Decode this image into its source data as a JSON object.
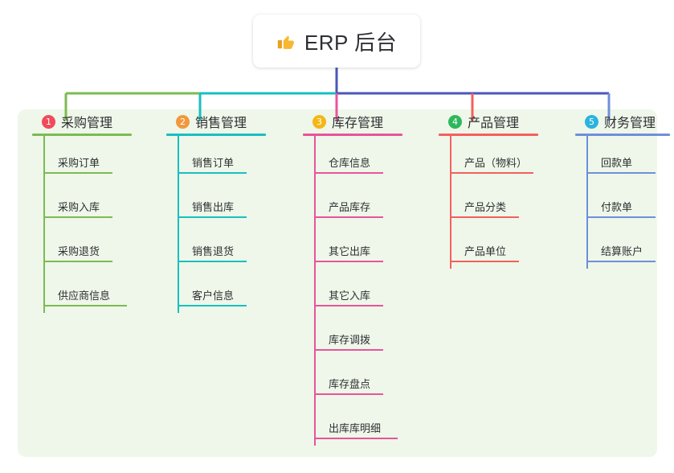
{
  "diagram": {
    "type": "mind-map",
    "root": {
      "icon": "thumbs-up-icon",
      "label": "ERP 后台"
    },
    "canvas_color": "#eef7e9",
    "page_background": "#ffffff",
    "trunk_color": "#4a56b8",
    "branches": [
      {
        "number": "1",
        "badge_color": "#ef4b5a",
        "line_color": "#7cbb52",
        "label": "采购管理",
        "items": [
          "采购订单",
          "采购入库",
          "采购退货",
          "供应商信息"
        ]
      },
      {
        "number": "2",
        "badge_color": "#f2983c",
        "line_color": "#19bfc0",
        "label": "销售管理",
        "items": [
          "销售订单",
          "销售出库",
          "销售退货",
          "客户信息"
        ]
      },
      {
        "number": "3",
        "badge_color": "#f4b716",
        "line_color": "#e8549b",
        "label": "库存管理",
        "items": [
          "仓库信息",
          "产品库存",
          "其它出库",
          "其它入库",
          "库存调拨",
          "库存盘点",
          "出库库明细"
        ]
      },
      {
        "number": "4",
        "badge_color": "#2eb85c",
        "line_color": "#f4605e",
        "label": "产品管理",
        "items": [
          "产品（物料）",
          "产品分类",
          "产品单位"
        ]
      },
      {
        "number": "5",
        "badge_color": "#2bb3e0",
        "line_color": "#6f8fdb",
        "label": "财务管理",
        "items": [
          "回款单",
          "付款单",
          "结算账户"
        ]
      }
    ]
  }
}
